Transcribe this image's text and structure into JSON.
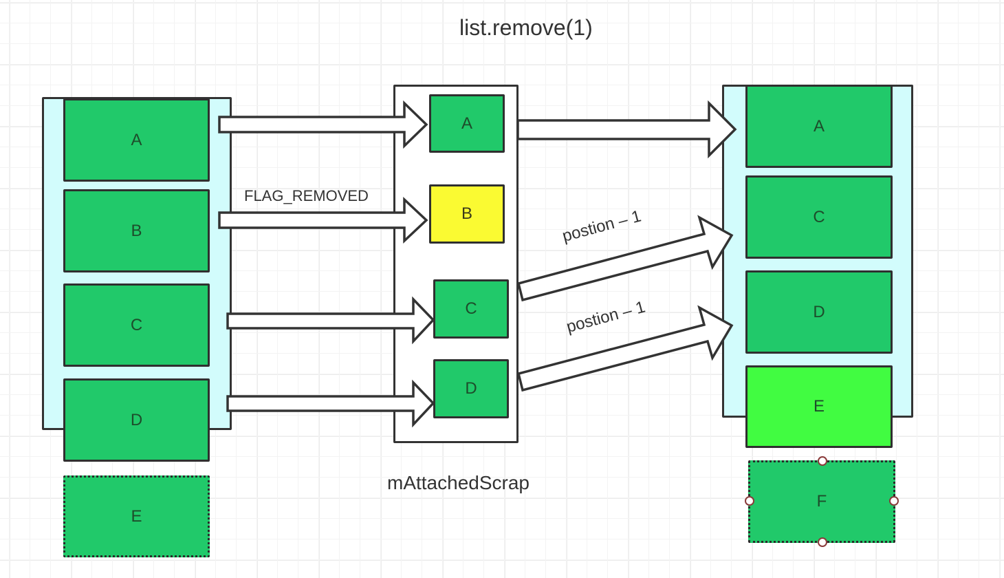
{
  "title": "list.remove(1)",
  "left_list": {
    "items": [
      "A",
      "B",
      "C",
      "D"
    ],
    "offscreen_item": "E"
  },
  "scrap": {
    "label": "mAttachedScrap",
    "items": [
      "A",
      "B",
      "C",
      "D"
    ],
    "removed_item": "B"
  },
  "right_list": {
    "items": [
      "A",
      "C",
      "D",
      "E"
    ],
    "new_item": "E",
    "selected_item": "F"
  },
  "arrow_labels": {
    "flag_removed": "FLAG_REMOVED",
    "position_shift_1": "postion – 1",
    "position_shift_2": "postion – 1"
  },
  "colors": {
    "item_green": "#21c96a",
    "removed_yellow": "#fafa32",
    "new_item_lime": "#41fc41",
    "list_bg_cyan": "#d2fcfc",
    "stroke": "#333333"
  }
}
